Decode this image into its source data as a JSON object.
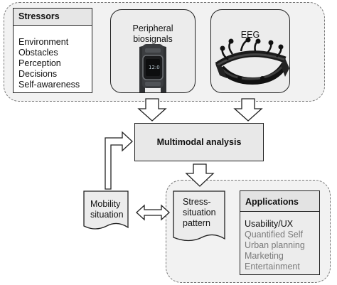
{
  "stressors": {
    "title": "Stressors",
    "items": [
      "Environment",
      "Obstacles",
      "Perception",
      "Decisions",
      "Self-awareness"
    ]
  },
  "peripheral": {
    "label_line1": "Peripheral",
    "label_line2": "biosignals",
    "image": "smartwatch-wristband"
  },
  "eeg": {
    "label": "EEG",
    "image": "eeg-headset"
  },
  "analysis": {
    "label": "Multimodal analysis"
  },
  "mobility": {
    "label_line1": "Mobility",
    "label_line2": "situation"
  },
  "pattern": {
    "label_line1": "Stress-",
    "label_line2": "situation",
    "label_line3": "pattern"
  },
  "applications": {
    "title": "Applications",
    "items": [
      {
        "label": "Usability/UX",
        "active": true
      },
      {
        "label": "Quantified Self",
        "active": false
      },
      {
        "label": "Urban planning",
        "active": false
      },
      {
        "label": "Marketing",
        "active": false
      },
      {
        "label": "Entertainment",
        "active": false
      }
    ]
  },
  "colors": {
    "box_fill": "#ececec",
    "group_fill": "#f2f2f2",
    "inactive_text": "#7a7a7a"
  }
}
